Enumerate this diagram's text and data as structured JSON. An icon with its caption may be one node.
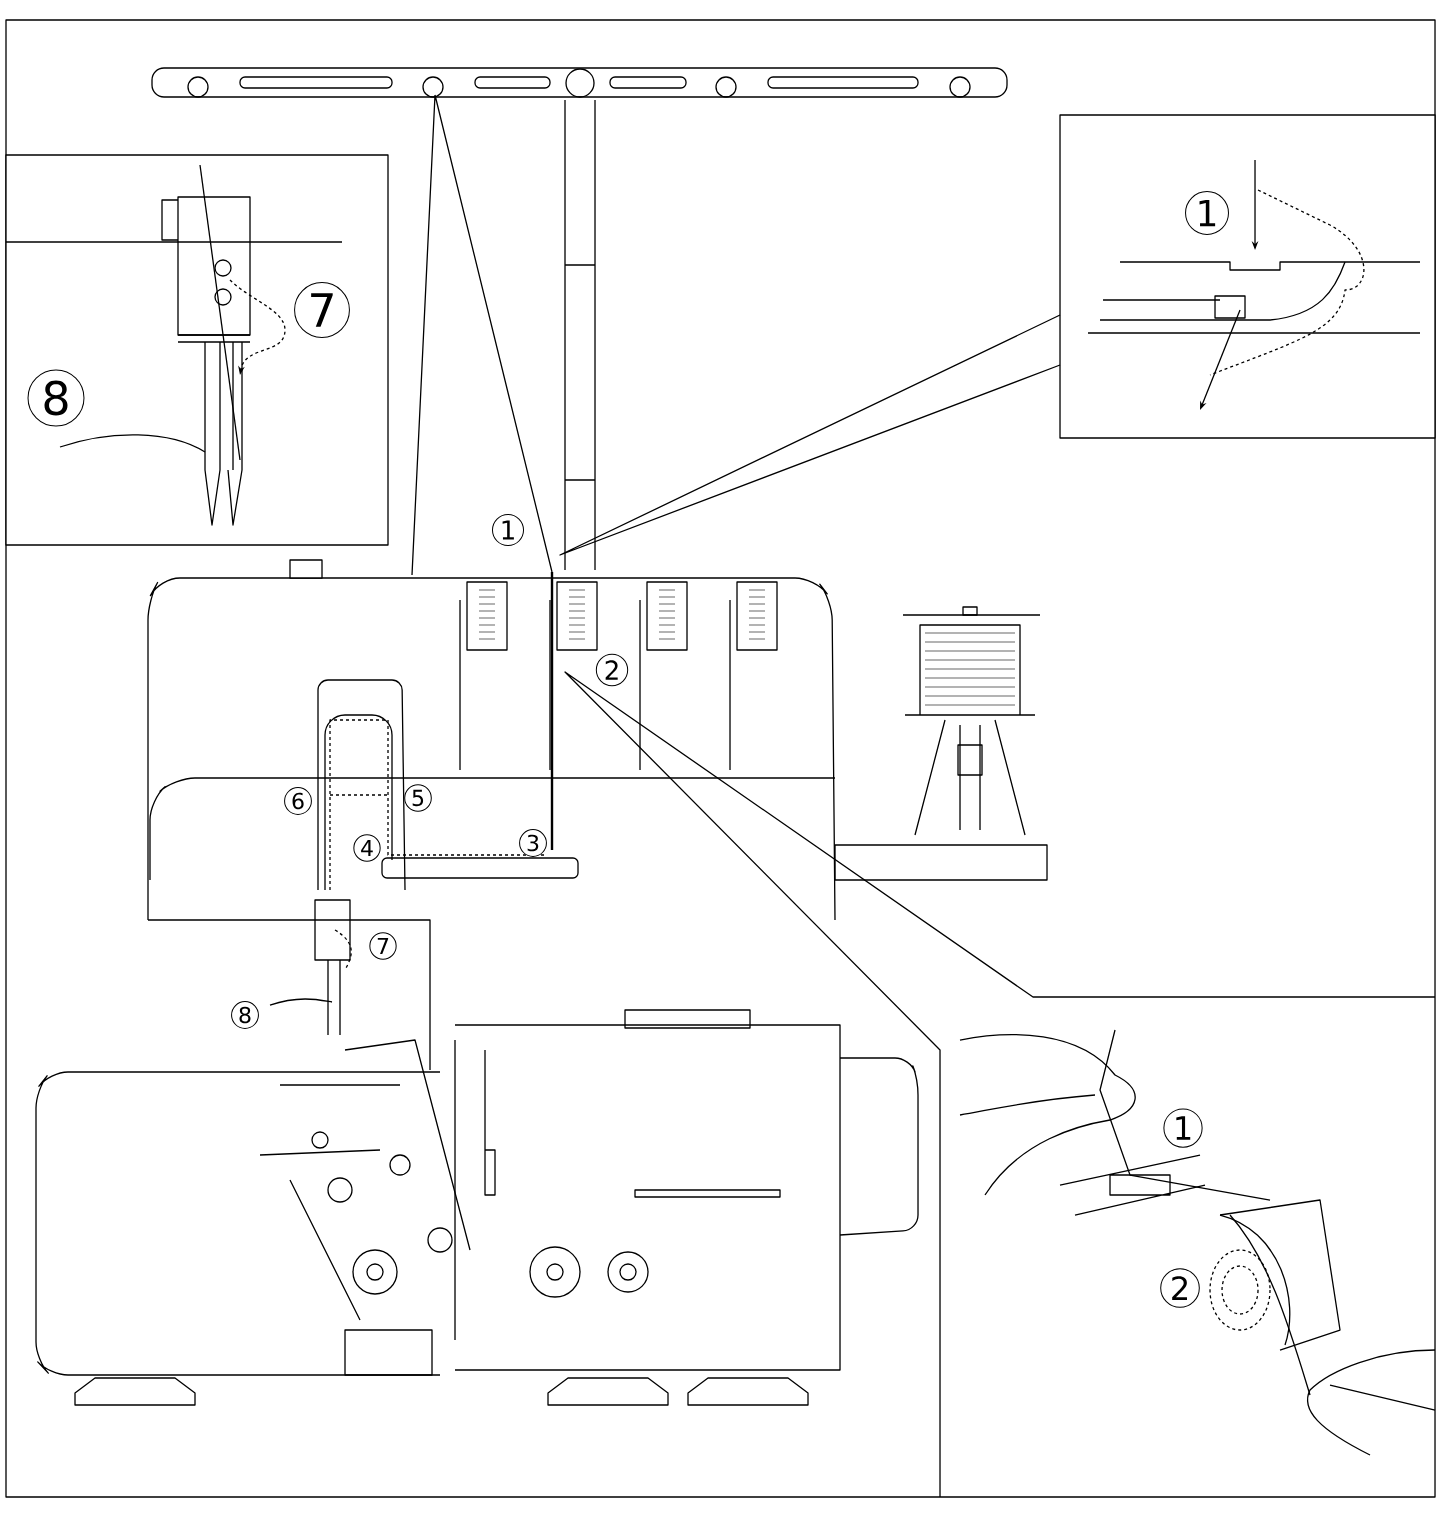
{
  "diagram": {
    "labels": [
      "7",
      "8",
      "1",
      "1",
      "2",
      "6",
      "5",
      "4",
      "3",
      "7",
      "8",
      "1",
      "2"
    ]
  }
}
